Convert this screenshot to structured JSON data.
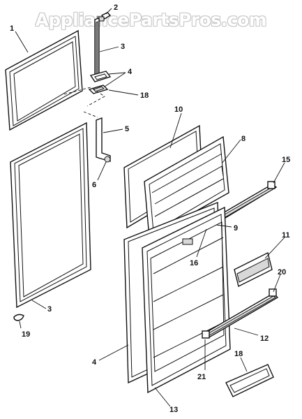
{
  "watermark": "AppliancePartsPros.com",
  "callouts": [
    "1",
    "2",
    "3",
    "4",
    "18",
    "5",
    "6",
    "10",
    "8",
    "15",
    "9",
    "16",
    "11",
    "20",
    "3",
    "19",
    "4",
    "12",
    "21",
    "18",
    "13"
  ]
}
